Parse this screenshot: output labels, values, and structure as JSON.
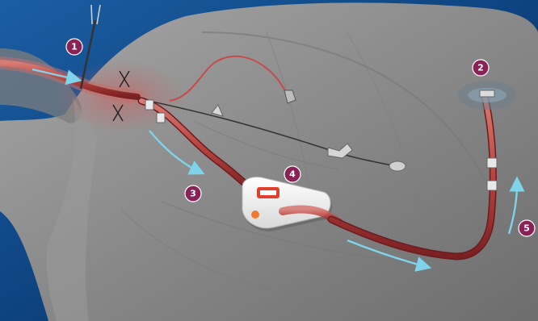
{
  "colors": {
    "marker": "#8a2157",
    "tube": "#b8443f",
    "tube_dark": "#7a1f22",
    "flow_arrow": "#7fd3ea",
    "background": "#0b3c78",
    "body": "#8f8f8f"
  },
  "markers": [
    {
      "label": "1"
    },
    {
      "label": "2"
    },
    {
      "label": "3"
    },
    {
      "label": "4"
    },
    {
      "label": "5"
    }
  ],
  "icons": [
    "flow-arrow-icon",
    "pump-device-icon",
    "clamp-icon"
  ]
}
